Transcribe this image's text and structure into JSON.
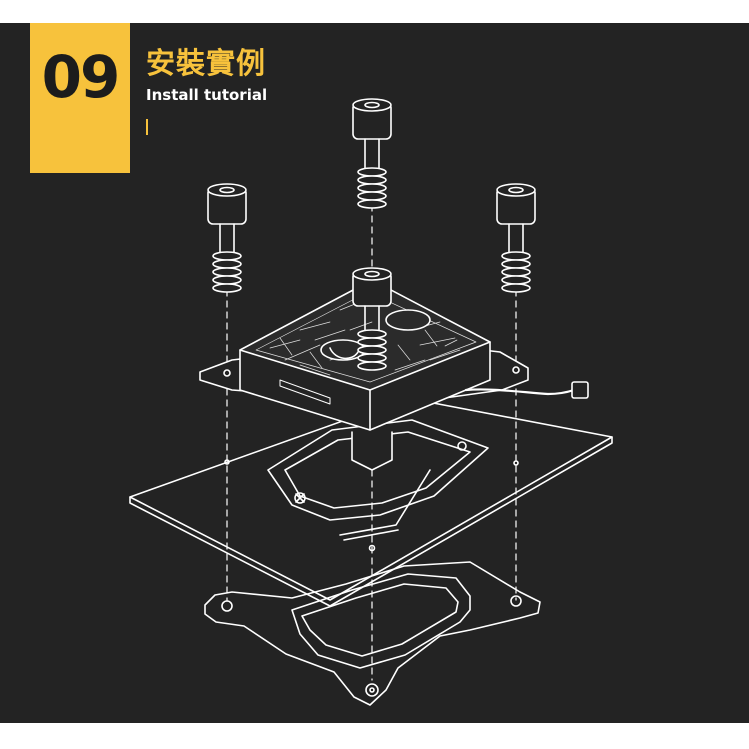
{
  "step": {
    "number": "09",
    "title": "安裝實例",
    "subtitle": "Install tutorial"
  },
  "colors": {
    "background": "#232323",
    "accent": "#f7c23c",
    "line": "#ffffff"
  },
  "illustration": {
    "name": "water-block-install-exploded-view"
  }
}
